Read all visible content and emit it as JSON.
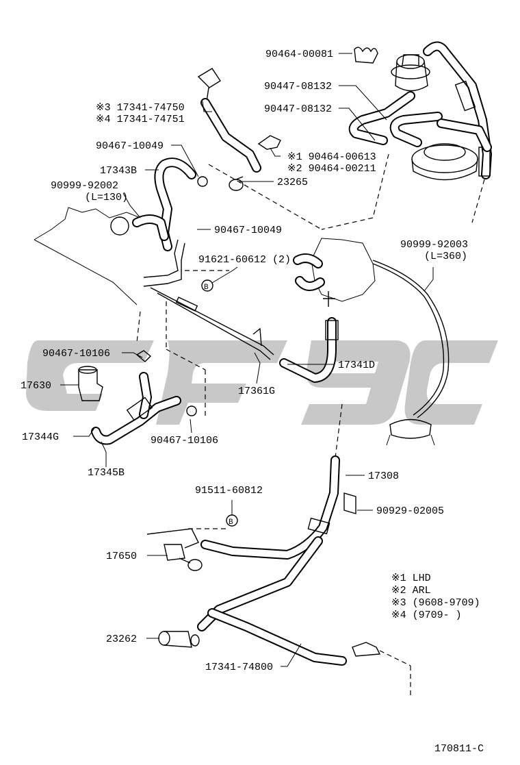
{
  "diagram": {
    "parts": [
      {
        "id": "p1",
        "label": "90464-00081"
      },
      {
        "id": "p2",
        "label": "90447-08132"
      },
      {
        "id": "p3",
        "label": "90447-08132"
      },
      {
        "id": "p4a",
        "label": "※3 17341-74750"
      },
      {
        "id": "p4b",
        "label": "※4 17341-74751"
      },
      {
        "id": "p5",
        "label": "90467-10049"
      },
      {
        "id": "p6a",
        "label": "※1 90464-00613"
      },
      {
        "id": "p6b",
        "label": "※2 90464-00211"
      },
      {
        "id": "p7",
        "label": "17343B"
      },
      {
        "id": "p8",
        "label": "23265"
      },
      {
        "id": "p9a",
        "label": "90999-92002"
      },
      {
        "id": "p9b",
        "label": "(L=130)"
      },
      {
        "id": "p10",
        "label": "90467-10049"
      },
      {
        "id": "p11a",
        "label": "90999-92003"
      },
      {
        "id": "p11b",
        "label": "(L=360)"
      },
      {
        "id": "p12",
        "label": "91621-60612 (2)"
      },
      {
        "id": "p13",
        "label": "90467-10106"
      },
      {
        "id": "p14",
        "label": "17341D"
      },
      {
        "id": "p15",
        "label": "17630"
      },
      {
        "id": "p16",
        "label": "17361G"
      },
      {
        "id": "p17",
        "label": "17344G"
      },
      {
        "id": "p18",
        "label": "90467-10106"
      },
      {
        "id": "p19",
        "label": "17345B"
      },
      {
        "id": "p20",
        "label": "17308"
      },
      {
        "id": "p21",
        "label": "91511-60812"
      },
      {
        "id": "p22",
        "label": "90929-02005"
      },
      {
        "id": "p23",
        "label": "17650"
      },
      {
        "id": "p24",
        "label": "23262"
      },
      {
        "id": "p25",
        "label": "17341-74800"
      }
    ],
    "bolt_marker": "B",
    "notes": [
      "※1  LHD",
      "※2  ARL",
      "※3 (9608-9709)",
      "※4 (9709-       )"
    ],
    "figure_id": "170811-C"
  }
}
